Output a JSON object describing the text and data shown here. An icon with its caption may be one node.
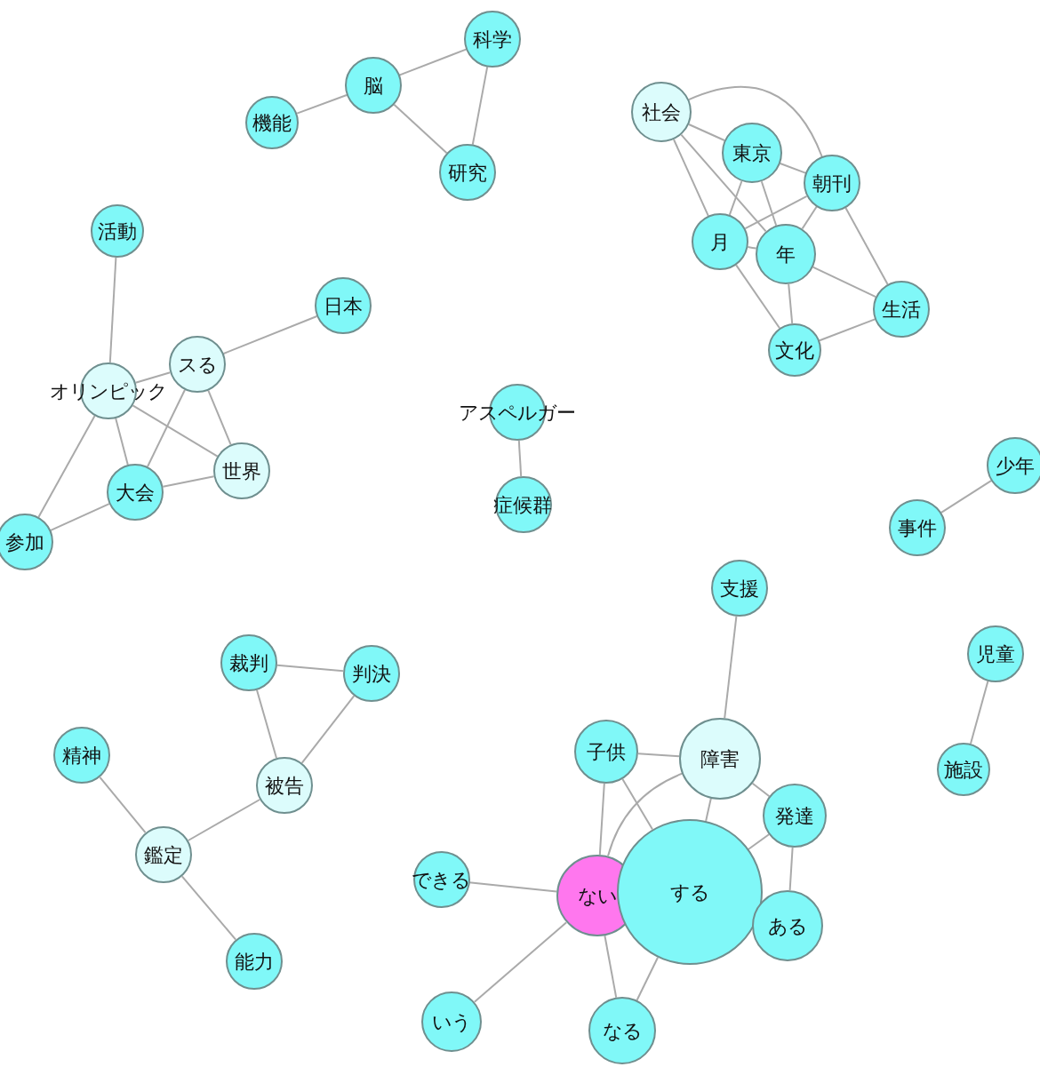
{
  "diagram": {
    "nodes": [
      {
        "text": [
          "科学"
        ]
      },
      {
        "text": [
          "脳"
        ]
      },
      {
        "text": [
          "機能"
        ]
      },
      {
        "text": [
          "研究"
        ]
      },
      {
        "text": [
          "社会"
        ]
      },
      {
        "text": [
          "東京"
        ]
      },
      {
        "text": [
          "朝刊"
        ]
      },
      {
        "text": [
          "月"
        ]
      },
      {
        "text": [
          "年"
        ]
      },
      {
        "text": [
          "生活"
        ]
      },
      {
        "text": [
          "文化"
        ]
      },
      {
        "text": [
          "活動"
        ]
      },
      {
        "text": [
          "日本"
        ]
      },
      {
        "text": [
          "スる"
        ]
      },
      {
        "text": [
          "オリンピック"
        ]
      },
      {
        "text": [
          "世界"
        ]
      },
      {
        "text": [
          "大会"
        ]
      },
      {
        "text": [
          "参加"
        ]
      },
      {
        "text": [
          "アスペルガー"
        ]
      },
      {
        "text": [
          "症候群"
        ]
      },
      {
        "text": [
          "少年"
        ]
      },
      {
        "text": [
          "事件"
        ]
      },
      {
        "text": [
          "支援"
        ]
      },
      {
        "text": [
          "児童"
        ]
      },
      {
        "text": [
          "裁判"
        ]
      },
      {
        "text": [
          "判決"
        ]
      },
      {
        "text": [
          "子供"
        ]
      },
      {
        "text": [
          "障害"
        ]
      },
      {
        "text": [
          "精神"
        ]
      },
      {
        "text": [
          "被告"
        ]
      },
      {
        "text": [
          "発達"
        ]
      },
      {
        "text": [
          "施設"
        ]
      },
      {
        "text": [
          "鑑定"
        ]
      },
      {
        "text": [
          "できる"
        ]
      },
      {
        "text": [
          "ない"
        ]
      },
      {
        "text": [
          "する"
        ]
      },
      {
        "text": [
          "ある"
        ]
      },
      {
        "text": [
          "能力"
        ]
      },
      {
        "text": [
          "いう"
        ]
      },
      {
        "text": [
          "なる"
        ]
      }
    ],
    "edges": [
      {
        "from": 0,
        "to": 1,
        "arrow": "none"
      },
      {
        "from": 0,
        "to": 3,
        "arrow": "none"
      },
      {
        "from": 1,
        "to": 2,
        "arrow": "none"
      },
      {
        "from": 1,
        "to": 3,
        "arrow": "none"
      },
      {
        "from": 4,
        "to": 5,
        "arrow": "none"
      },
      {
        "from": 4,
        "to": 6,
        "arrow": "none"
      },
      {
        "from": 4,
        "to": 7,
        "arrow": "none"
      },
      {
        "from": 4,
        "to": 8,
        "arrow": "none"
      },
      {
        "from": 5,
        "to": 6,
        "arrow": "none"
      },
      {
        "from": 5,
        "to": 7,
        "arrow": "none"
      },
      {
        "from": 5,
        "to": 8,
        "arrow": "none"
      },
      {
        "from": 6,
        "to": 7,
        "arrow": "none"
      },
      {
        "from": 6,
        "to": 8,
        "arrow": "none"
      },
      {
        "from": 6,
        "to": 9,
        "arrow": "none"
      },
      {
        "from": 7,
        "to": 8,
        "arrow": "none"
      },
      {
        "from": 7,
        "to": 10,
        "arrow": "none"
      },
      {
        "from": 8,
        "to": 10,
        "arrow": "none"
      },
      {
        "from": 8,
        "to": 9,
        "arrow": "none"
      },
      {
        "from": 10,
        "to": 9,
        "arrow": "none"
      },
      {
        "from": 11,
        "to": 14,
        "arrow": "none"
      },
      {
        "from": 12,
        "to": 13,
        "arrow": "none"
      },
      {
        "from": 13,
        "to": 14,
        "arrow": "none"
      },
      {
        "from": 13,
        "to": 16,
        "arrow": "none"
      },
      {
        "from": 13,
        "to": 15,
        "arrow": "none"
      },
      {
        "from": 14,
        "to": 15,
        "arrow": "none"
      },
      {
        "from": 14,
        "to": 16,
        "arrow": "none"
      },
      {
        "from": 14,
        "to": 17,
        "arrow": "none"
      },
      {
        "from": 16,
        "to": 15,
        "arrow": "none"
      },
      {
        "from": 16,
        "to": 17,
        "arrow": "none"
      },
      {
        "from": 18,
        "to": 19,
        "arrow": "none"
      },
      {
        "from": 20,
        "to": 21,
        "arrow": "none"
      },
      {
        "from": 23,
        "to": 31,
        "arrow": "none"
      },
      {
        "from": 24,
        "to": 25,
        "arrow": "none"
      },
      {
        "from": 24,
        "to": 29,
        "arrow": "none"
      },
      {
        "from": 25,
        "to": 29,
        "arrow": "none"
      },
      {
        "from": 29,
        "to": 32,
        "arrow": "none"
      },
      {
        "from": 28,
        "to": 32,
        "arrow": "none"
      },
      {
        "from": 32,
        "to": 37,
        "arrow": "none"
      },
      {
        "from": 22,
        "to": 27,
        "arrow": "none"
      },
      {
        "from": 26,
        "to": 27,
        "arrow": "none"
      },
      {
        "from": 26,
        "to": 34,
        "arrow": "none"
      },
      {
        "from": 26,
        "to": 35,
        "arrow": "none"
      },
      {
        "from": 27,
        "to": 35,
        "arrow": "none"
      },
      {
        "from": 27,
        "to": 34,
        "arrow": "none"
      },
      {
        "from": 27,
        "to": 30,
        "arrow": "none"
      },
      {
        "from": 30,
        "to": 35,
        "arrow": "none"
      },
      {
        "from": 30,
        "to": 36,
        "arrow": "none"
      },
      {
        "from": 33,
        "to": 34,
        "arrow": "none"
      },
      {
        "from": 38,
        "to": 34,
        "arrow": "none"
      },
      {
        "from": 34,
        "to": 39,
        "arrow": "none"
      },
      {
        "from": 35,
        "to": 39,
        "arrow": "none"
      }
    ]
  }
}
